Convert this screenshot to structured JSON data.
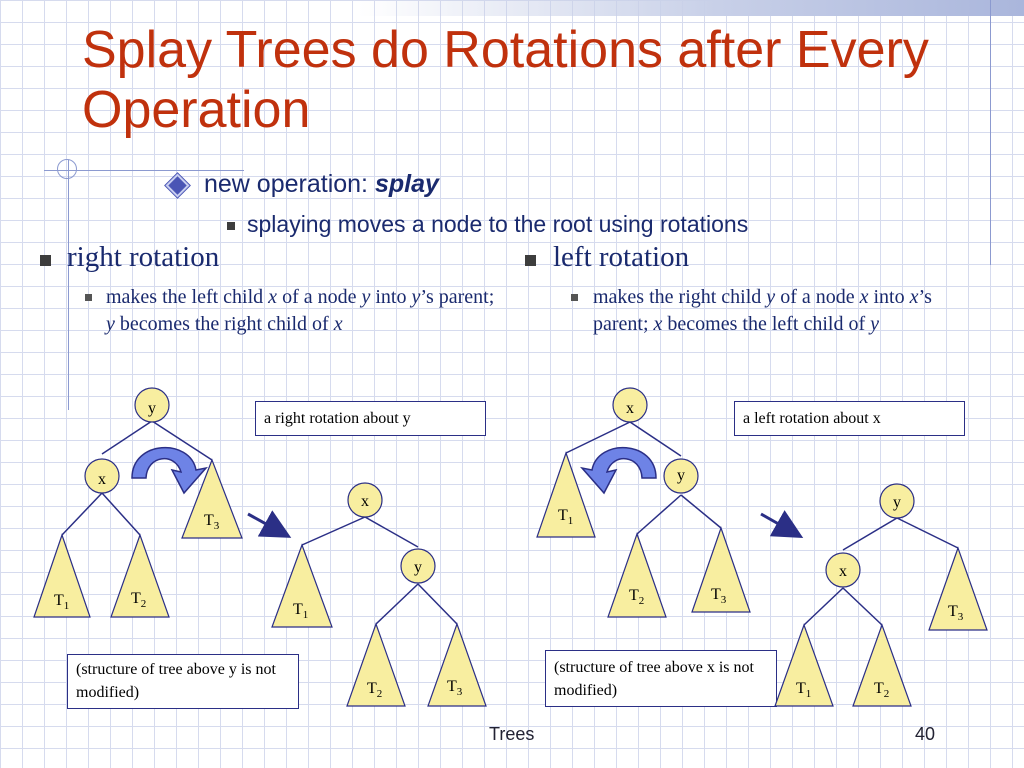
{
  "title": "Splay Trees do Rotations after Every Operation",
  "bullet1": {
    "prefix": "new operation: ",
    "emph": "splay"
  },
  "bullet1_sub": "splaying moves a node to the root using rotations",
  "right": {
    "heading": "right rotation",
    "desc": {
      "t1": "makes the left child ",
      "v1": "x",
      "t2": " of a node ",
      "v2": "y",
      "t3": " into ",
      "v3": "y",
      "t4": "’s parent; ",
      "v4": "y",
      "t5": " becomes the right child of ",
      "v5": "x"
    },
    "caption": "a right rotation about y",
    "note": "(structure of tree above y is not modified)"
  },
  "left": {
    "heading": "left rotation",
    "desc": {
      "t1": "makes the right child ",
      "v1": "y",
      "t2": " of a node ",
      "v2": "x",
      "t3": " into ",
      "v3": "x",
      "t4": "’s parent; ",
      "v4": "x",
      "t5": " becomes the left child of ",
      "v5": "y"
    },
    "caption": "a left rotation about x",
    "note": "(structure of tree above x is not modified)"
  },
  "labels": {
    "x": "x",
    "y": "y",
    "T": "T",
    "s1": "1",
    "s2": "2",
    "s3": "3"
  },
  "footer": {
    "left": "Trees",
    "right": "40"
  },
  "colors": {
    "title": "#c0310d",
    "node_fill": "#f8eea0",
    "edge": "#2b2f86",
    "arrow": "#6e83e6"
  }
}
